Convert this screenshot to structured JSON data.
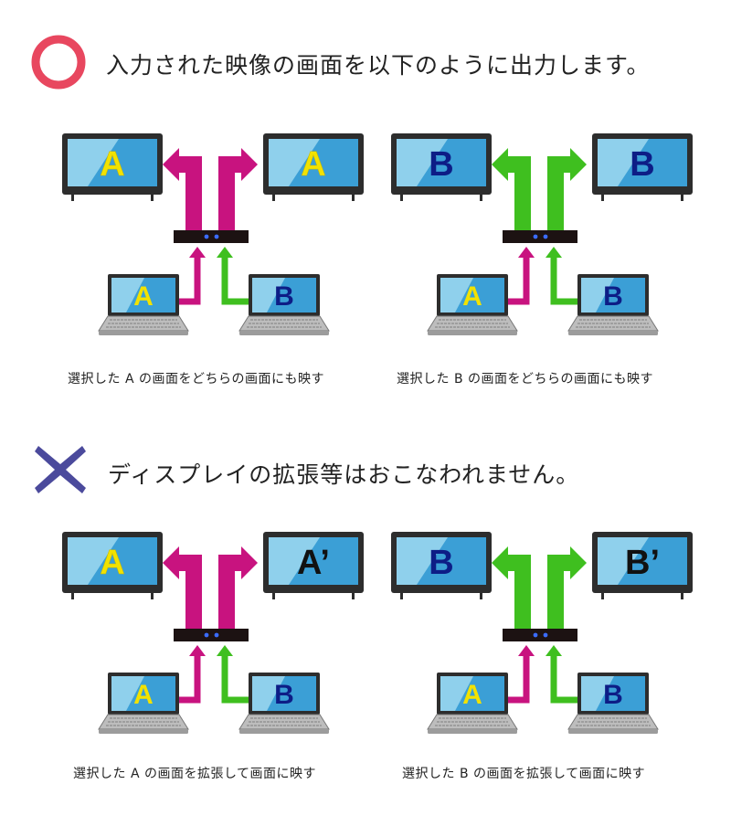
{
  "sections": [
    {
      "result": "ok",
      "headline": "入力された映像の画面を以下のように出力します。",
      "mark_icon": "circle-ok-icon",
      "panels": [
        {
          "monitor_left": "A",
          "monitor_right": "A",
          "laptop_left": "A",
          "laptop_right": "B",
          "selected": "left",
          "caption": "選択した A の画面をどちらの画面にも映す"
        },
        {
          "monitor_left": "B",
          "monitor_right": "B",
          "laptop_left": "A",
          "laptop_right": "B",
          "selected": "right",
          "caption": "選択した B の画面をどちらの画面にも映す"
        }
      ]
    },
    {
      "result": "ng",
      "headline": "ディスプレイの拡張等はおこなわれません。",
      "mark_icon": "cross-ng-icon",
      "panels": [
        {
          "monitor_left": "A",
          "monitor_right": "A’",
          "laptop_left": "A",
          "laptop_right": "B",
          "selected": "left",
          "caption": "選択した A の画面を拡張して画面に映す"
        },
        {
          "monitor_left": "B",
          "monitor_right": "B’",
          "laptop_left": "A",
          "laptop_right": "B",
          "selected": "right",
          "caption": "選択した B の画面を拡張して画面に映す"
        }
      ]
    }
  ],
  "colors": {
    "ok_mark": "#e8475f",
    "ng_mark": "#4b4a9c",
    "path_a": "#c8137f",
    "path_b": "#3fbf1f",
    "label_a": "#f2e200",
    "label_b": "#0d1d86",
    "label_prime": "#111111",
    "screen_light": "#8fd0ec",
    "screen_dark": "#3b9fd6",
    "bezel": "#2d2d2d",
    "switcher": "#1c1212",
    "led": "#3b6cff",
    "keyboard": "#bdbdbd"
  }
}
